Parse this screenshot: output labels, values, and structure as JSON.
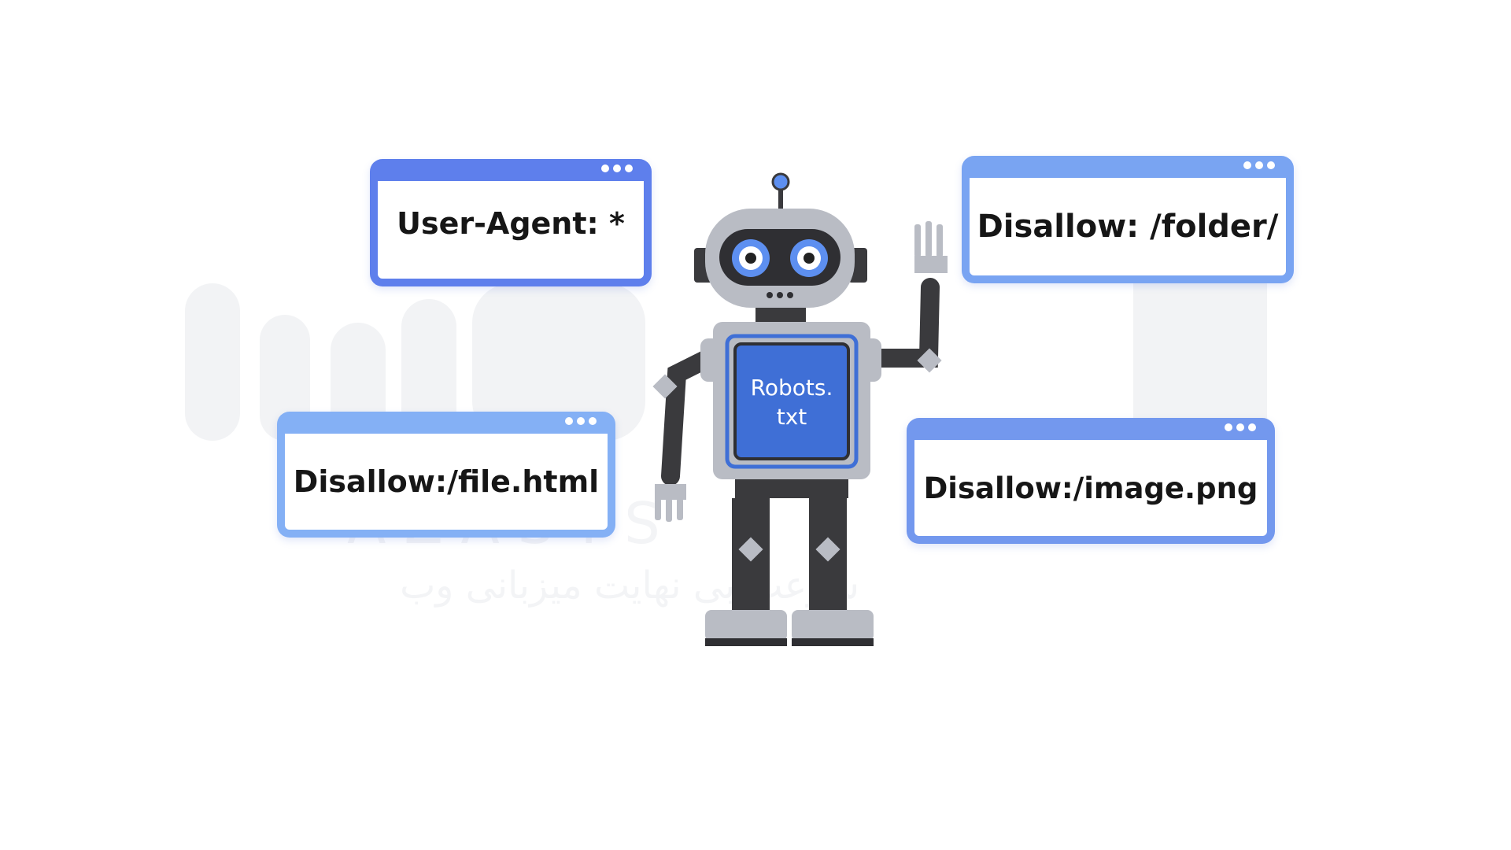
{
  "diagram": {
    "center_label_line1": "Robots.",
    "center_label_line2": "txt",
    "boxes": [
      {
        "text": "User-Agent: *"
      },
      {
        "text": "Disallow: /folder/"
      },
      {
        "text": "Disallow:/file.html"
      },
      {
        "text": "Disallow:/image.png"
      }
    ]
  },
  "colors": {
    "accent_blue": "#5e7fec",
    "light_blue": "#84b0f5",
    "robot_dark": "#3a3a3d",
    "robot_gray": "#b9bcc4",
    "screen_blue": "#3f6fd6"
  },
  "watermark": {
    "latin": "A Z A   S Y S",
    "persian": "سرعت بی نهایت میزبانی وب"
  }
}
